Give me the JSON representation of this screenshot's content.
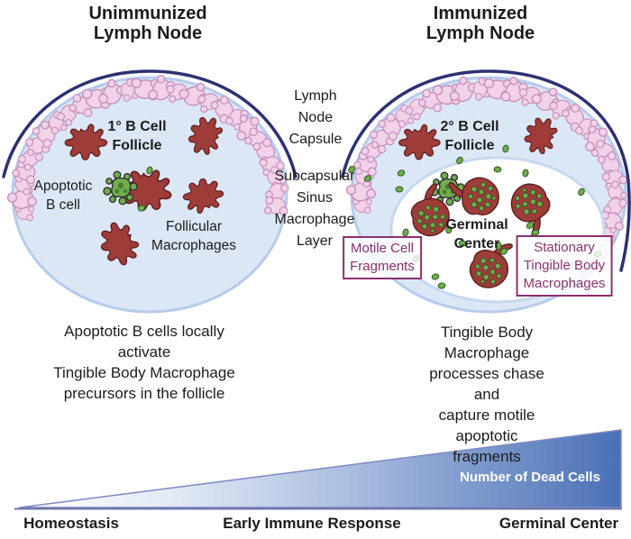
{
  "figure": {
    "titles": {
      "left": "Unimmunized\nLymph Node",
      "right": "Immunized\nLymph Node"
    },
    "middle_labels": {
      "capsule": "Lymph\nNode\nCapsule",
      "subcapsular": "Subcapsular\nSinus\nMacrophage\nLayer"
    },
    "left_node": {
      "follicle_label": "1° B Cell\nFollicle",
      "apoptotic_label": "Apoptotic\nB cell",
      "follicular_label": "Follicular\nMacrophages",
      "caption": "Apoptotic B cells locally\nactivate\nTingible Body Macrophage\nprecursors in the follicle"
    },
    "right_node": {
      "follicle_label": "2° B Cell\nFollicle",
      "germinal_label": "Germinal\nCenter",
      "motile_box": "Motile Cell\nFragments",
      "stationary_box": "Stationary\nTingible Body\nMacrophages",
      "caption": "Tingible Body Macrophage\nprocesses chase and\ncapture motile apoptotic\nfragments"
    },
    "gradient_axis": {
      "label": "Number of Dead Cells",
      "stages": [
        "Homeostasis",
        "Early Immune Response",
        "Germinal Center"
      ]
    }
  },
  "colors": {
    "accent-purple": "#8b2f6e",
    "macrophage-red": "#9e3c39",
    "macrophage-outline": "#5e1f1e",
    "apoptotic-green": "#6fae4d",
    "apoptotic-green-dark": "#4a7d33",
    "capsule-navy": "#2d3173",
    "follicle-blue": "#dce7f6",
    "follicle-border": "#b6cbec",
    "sinus-pink": "#f1d2e8",
    "sinus-pink-outline": "#c690bb",
    "gradient-blue": "#4a70b6",
    "text-dark": "#1c1c1c"
  }
}
